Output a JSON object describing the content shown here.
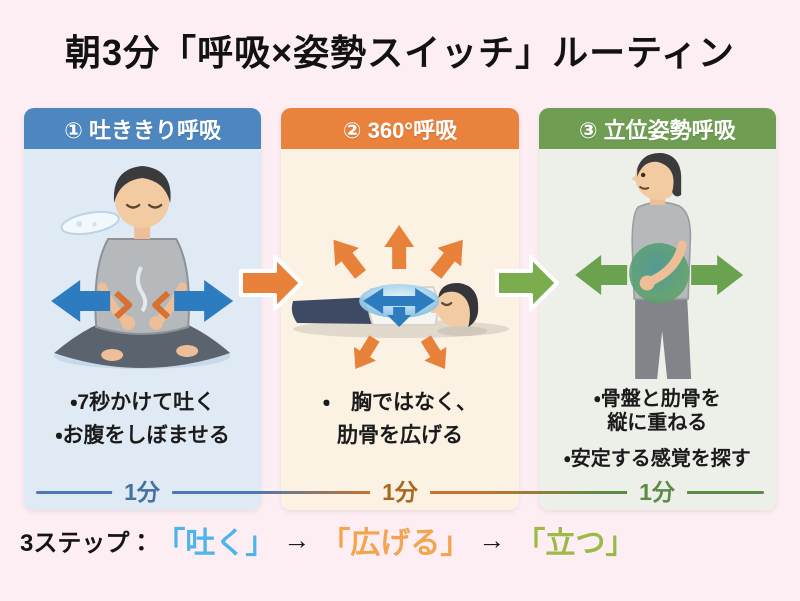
{
  "title": "朝3分「呼吸×姿勢スイッチ」ルーティン",
  "colors": {
    "background": "#fdeef4",
    "title_text": "#121212",
    "transition_arrow_orange": "#e8823a",
    "transition_arrow_green": "#7bad4f"
  },
  "panels": [
    {
      "header": "① 吐ききり呼吸",
      "header_color": "#4e87c0",
      "body_color": "#e0eaf4",
      "illustration": "man-sitting-cross-legged-exhaling",
      "lines": [
        "・7秒かけて吐く",
        "・お腹をしぼませる"
      ],
      "duration": "1分",
      "duration_color": "#44719f"
    },
    {
      "header": "② 360°呼吸",
      "header_color": "#e8823d",
      "body_color": "#fcf2e4",
      "illustration": "man-lying-on-back-ribs-expanding-360",
      "lines": [
        "・　胸ではなく、",
        "肋骨を広げる"
      ],
      "duration": "1分",
      "duration_color": "#a9681f"
    },
    {
      "header": "③ 立位姿勢呼吸",
      "header_color": "#6f9e52",
      "body_color": "#edf0e9",
      "illustration": "man-standing-profile-stacked-posture",
      "lines": [
        "・骨盤と肋骨を",
        "縦に重ねる",
        "・安定する感覚を探す"
      ],
      "duration": "1分",
      "duration_color": "#5e8a48"
    }
  ],
  "footer": {
    "prefix": "3ステップ：",
    "arrow": "→",
    "steps": [
      {
        "label": "「吐く」",
        "color": "#4db5ec"
      },
      {
        "label": "「広げる」",
        "color": "#f2a44e"
      },
      {
        "label": "「立つ」",
        "color": "#9cba45"
      }
    ]
  }
}
